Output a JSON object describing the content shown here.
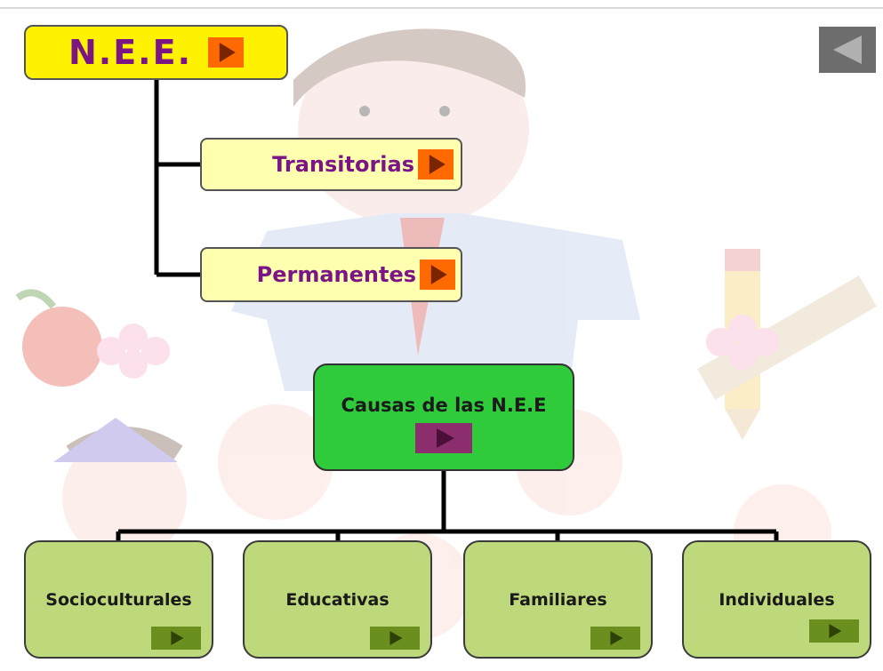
{
  "root": {
    "label": "N.E.E."
  },
  "subtypes": [
    {
      "label": "Transitorias"
    },
    {
      "label": "Permanentes"
    }
  ],
  "causes_root": {
    "label": "Causas de las N.E.E"
  },
  "causes": [
    {
      "label": "Socioculturales"
    },
    {
      "label": "Educativas"
    },
    {
      "label": "Familiares"
    },
    {
      "label": "Individuales"
    }
  ],
  "colors": {
    "root_fill": "#fff200",
    "subtype_fill": "#ffffb0",
    "label_text": "#7b1586",
    "play_orange": "#ff6a00",
    "causes_root_fill": "#2fcb3a",
    "cause_fill": "#bed87c",
    "back_button": "#6d6d6d"
  },
  "icons": {
    "play": "play-arrow-icon",
    "back": "back-arrow-icon",
    "background": "children-clipart-illustration"
  }
}
